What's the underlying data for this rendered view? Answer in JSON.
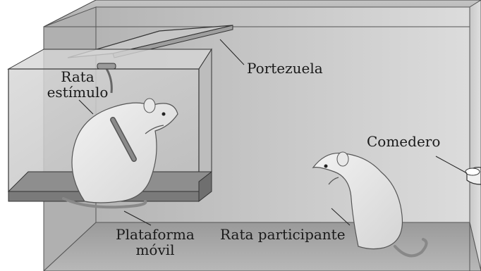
{
  "labels": {
    "portezuela": "Portezuela",
    "rata_estimulo_line1": "Rata",
    "rata_estimulo_line2": "estímulo",
    "comedero": "Comedero",
    "plataforma_line1": "Plataforma",
    "plataforma_line2": "móvil",
    "rata_participante": "Rata participante"
  }
}
